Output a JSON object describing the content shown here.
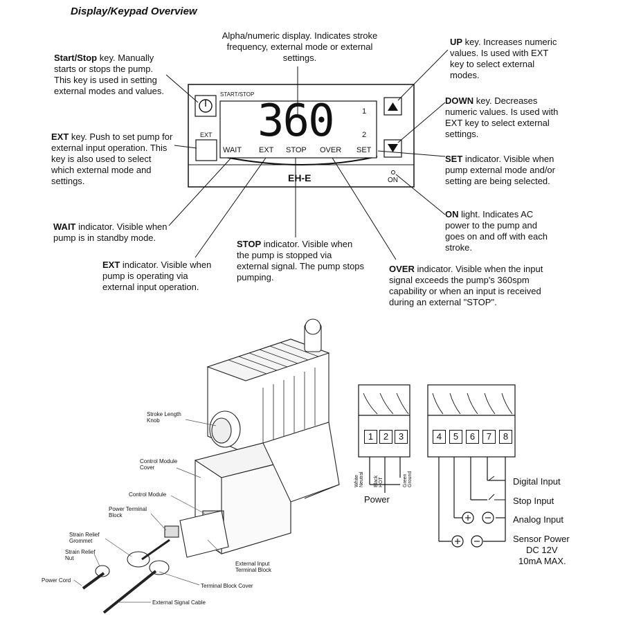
{
  "title": "Display/Keypad Overview",
  "annotations": {
    "display": {
      "body": "Alpha/numeric display. Indicates stroke frequency, external mode or external settings."
    },
    "start_stop": {
      "key": "Start/Stop",
      "body": " key. Manually starts or stops the pump. This key is used in setting external modes and values."
    },
    "ext_key": {
      "key": "EXT",
      "body": " key. Push to set pump for external input operation. This key is also used to select which external mode and settings."
    },
    "wait": {
      "key": "WAIT",
      "body": " indicator. Visible when pump is in standby mode."
    },
    "ext_ind": {
      "key": "EXT",
      "body": " indicator. Visible when pump is operating via external input operation."
    },
    "stop": {
      "key": "STOP",
      "body": " indicator. Visible when the pump is stopped via external signal. The pump stops pumping."
    },
    "over": {
      "key": "OVER",
      "body": " indicator. Visible when the input signal exceeds the pump's 360spm capability or when an input is received during an external \"STOP\"."
    },
    "up": {
      "key": "UP",
      "body": " key. Increases numeric values. Is used with EXT key to select external modes."
    },
    "down": {
      "key": "DOWN",
      "body": " key. Decreases numeric values. Is used with EXT key to select external settings."
    },
    "set": {
      "key": "SET",
      "body": " indicator. Visible when pump external mode and/or setting are being selected."
    },
    "on": {
      "key": "ON",
      "body": " light. Indicates AC power to the pump and goes on and off with each stroke."
    }
  },
  "panel": {
    "start_stop_label": "START/STOP",
    "ext_label": "EXT",
    "digits": "360",
    "num1": "1",
    "num2": "2",
    "ind_wait": "WAIT",
    "ind_ext": "EXT",
    "ind_stop": "STOP",
    "ind_over": "OVER",
    "ind_set": "SET",
    "model": "EH-E",
    "on_label": "ON"
  },
  "pump_labels": {
    "stroke_knob": "Stroke Length Knob",
    "control_cover": "Control Module Cover",
    "control_module": "Control Module",
    "power_terminal": "Power Terminal Block",
    "grommet": "Strain Relief Grommet",
    "nut": "Strain Relief Nut",
    "power_cord": "Power Cord",
    "ext_terminal": "External Input Terminal Block",
    "tb_cover": "Terminal Block Cover",
    "signal_cable": "External Signal Cable"
  },
  "wiring": {
    "power_terminals": [
      "1",
      "2",
      "3"
    ],
    "wire_labels": [
      "White Neutral",
      "Black HOT",
      "Green Ground"
    ],
    "power_label": "Power",
    "input_terminals": [
      "4",
      "5",
      "6",
      "7",
      "8"
    ],
    "digital_input": "Digital Input",
    "stop_input": "Stop Input",
    "analog_input": "Analog Input",
    "sensor_power": "Sensor Power",
    "dc": "DC 12V",
    "ma": "10mA MAX."
  }
}
